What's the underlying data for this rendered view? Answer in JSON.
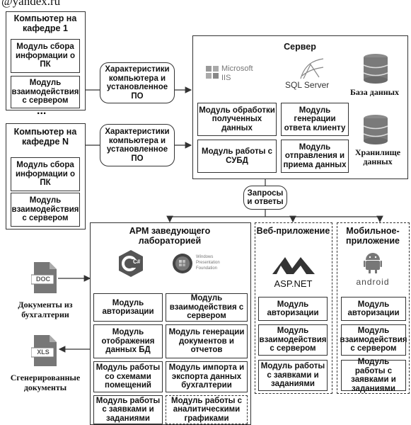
{
  "header_text": "@yandex.ru",
  "ellipsis": "...",
  "pc1": {
    "title": "Компьютер на кафедре 1",
    "module_collect": "Модуль сбора информации о ПК",
    "module_interact": "Модуль взаимодействия с сервером"
  },
  "pcN": {
    "title": "Компьютер на кафедре N",
    "module_collect": "Модуль сбора информации о ПК",
    "module_interact": "Модуль взаимодействия с сервером"
  },
  "characteristics_1": "Характеристики компьютера и установленное ПО",
  "characteristics_2": "Характеристики компьютера и установленное ПО",
  "server": {
    "title": "Сервер",
    "iis_line1": "Microsoft",
    "iis_line2": "IIS",
    "sql_label": "SQL Server",
    "database_label": "База данных",
    "storage_label": "Хранилище данных",
    "module_processing": "Модуль обработки полученных данных",
    "module_generation": "Модуль генерации ответа клиенту",
    "module_dbms": "Модуль работы с СУБД",
    "module_sendrecv": "Модуль отправления и приема данных"
  },
  "requests_label": "Запросы и ответы",
  "arm": {
    "title": "АРМ заведующего лабораторией",
    "csharp_label": "C#",
    "wpf_line1": "Windows",
    "wpf_line2": "Presentation",
    "wpf_line3": "Foundation",
    "modules": [
      "Модуль авторизации",
      "Модуль взаимодействия с сервером",
      "Модуль отображения данных БД",
      "Модуль генерации документов и отчетов",
      "Модуль работы со схемами помещений",
      "Модуль импорта и экспорта данных бухгалтерии",
      "Модуль работы с заявками и заданиями",
      "Модуль работы с аналитическими графиками"
    ]
  },
  "web": {
    "title": "Веб-приложение",
    "aspnet_label": "ASP.NET",
    "modules": [
      "Модуль авторизации",
      "Модуль взаимодействия с сервером",
      "Модуль работы с заявками и заданиями"
    ]
  },
  "mobile": {
    "title": "Мобильное-приложение",
    "android_label": "android",
    "modules": [
      "Модуль авторизации",
      "Модуль взаимодействия с сервером",
      "Модуль работы с заявками и заданиями"
    ]
  },
  "doc_icon_label": "DOC",
  "xls_icon_label": "XLS",
  "docs_from_accounting": "Документы из бухгалтерии",
  "generated_docs": "Сгенерированные документы"
}
